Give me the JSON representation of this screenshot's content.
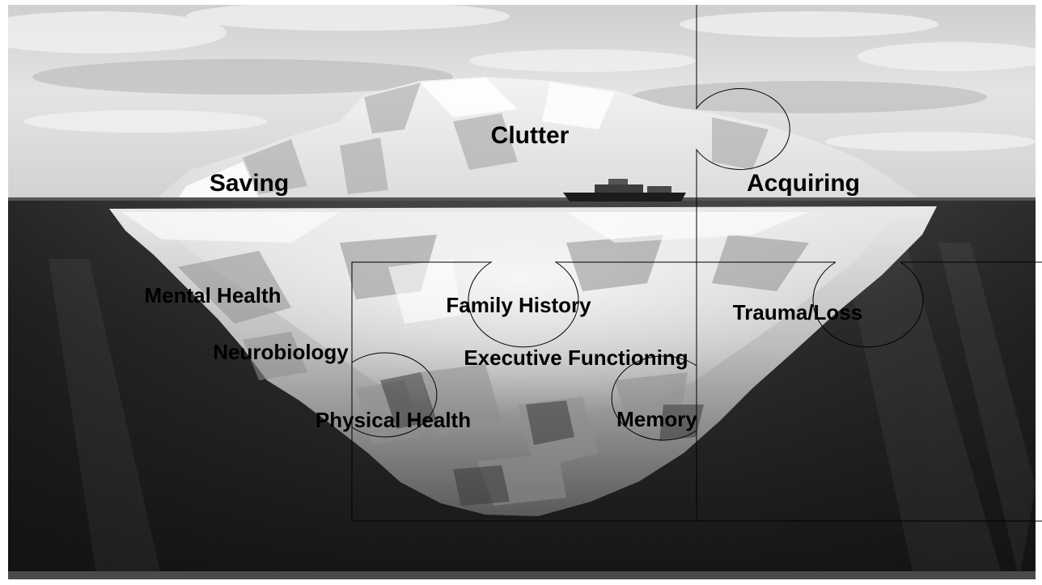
{
  "labels": {
    "clutter": "Clutter",
    "saving": "Saving",
    "acquiring": "Acquiring",
    "mental_health": "Mental Health",
    "family_history": "Family History",
    "trauma_loss": "Trauma/Loss",
    "neurobiology": "Neurobiology",
    "executive_functioning": "Executive Functioning",
    "physical_health": "Physical Health",
    "memory": "Memory"
  },
  "colors": {
    "sky_light": "#e6e6e6",
    "sky_dark": "#bdbdbd",
    "ice_light": "#fafafa",
    "ice_shadow": "#a8a8a8",
    "water_surface": "#3d3d3d",
    "water_deep": "#1a1a1a",
    "text": "#000000",
    "outline": "#000000"
  }
}
